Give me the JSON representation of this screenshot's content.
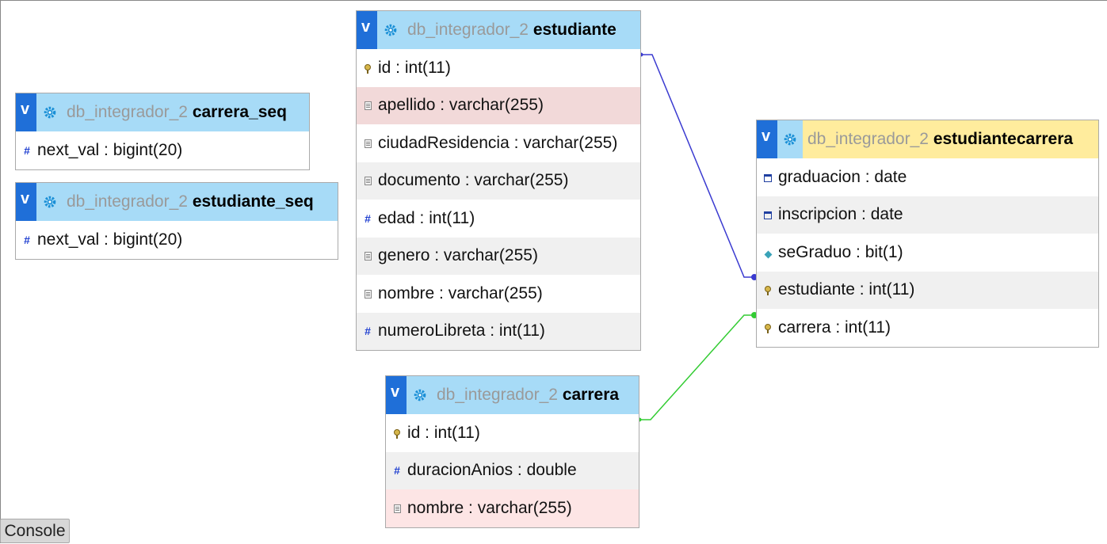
{
  "tables": {
    "carrera_seq": {
      "db": "db_integrador_2",
      "name": "carrera_seq",
      "columns": [
        {
          "text": "next_val : bigint(20)",
          "icon": "number-icon"
        }
      ]
    },
    "estudiante_seq": {
      "db": "db_integrador_2",
      "name": "estudiante_seq",
      "columns": [
        {
          "text": "next_val : bigint(20)",
          "icon": "number-icon"
        }
      ]
    },
    "estudiante": {
      "db": "db_integrador_2",
      "name": "estudiante",
      "columns": [
        {
          "text": "id : int(11)",
          "icon": "primary-key-icon"
        },
        {
          "text": "apellido : varchar(255)",
          "icon": "text-icon"
        },
        {
          "text": "ciudadResidencia : varchar(255)",
          "icon": "text-icon"
        },
        {
          "text": "documento : varchar(255)",
          "icon": "text-icon"
        },
        {
          "text": "edad : int(11)",
          "icon": "number-icon"
        },
        {
          "text": "genero : varchar(255)",
          "icon": "text-icon"
        },
        {
          "text": "nombre : varchar(255)",
          "icon": "text-icon"
        },
        {
          "text": "numeroLibreta : int(11)",
          "icon": "number-icon"
        }
      ]
    },
    "carrera": {
      "db": "db_integrador_2",
      "name": "carrera",
      "columns": [
        {
          "text": "id : int(11)",
          "icon": "primary-key-icon"
        },
        {
          "text": "duracionAnios : double",
          "icon": "number-icon"
        },
        {
          "text": "nombre : varchar(255)",
          "icon": "text-icon"
        }
      ]
    },
    "estudiantecarrera": {
      "db": "db_integrador_2",
      "name": "estudiantecarrera",
      "columns": [
        {
          "text": "graduacion : date",
          "icon": "date-icon"
        },
        {
          "text": "inscripcion : date",
          "icon": "date-icon"
        },
        {
          "text": "seGraduo : bit(1)",
          "icon": "bit-icon"
        },
        {
          "text": "estudiante : int(11)",
          "icon": "primary-key-icon"
        },
        {
          "text": "carrera : int(11)",
          "icon": "primary-key-icon"
        }
      ]
    }
  },
  "toggle_label": "v",
  "console_label": "Console",
  "colors": {
    "header": "#a7dbf7",
    "header_highlight": "#ffec9d",
    "relation_estudiante": "#3a3ad0",
    "relation_carrera": "#33cc33"
  }
}
